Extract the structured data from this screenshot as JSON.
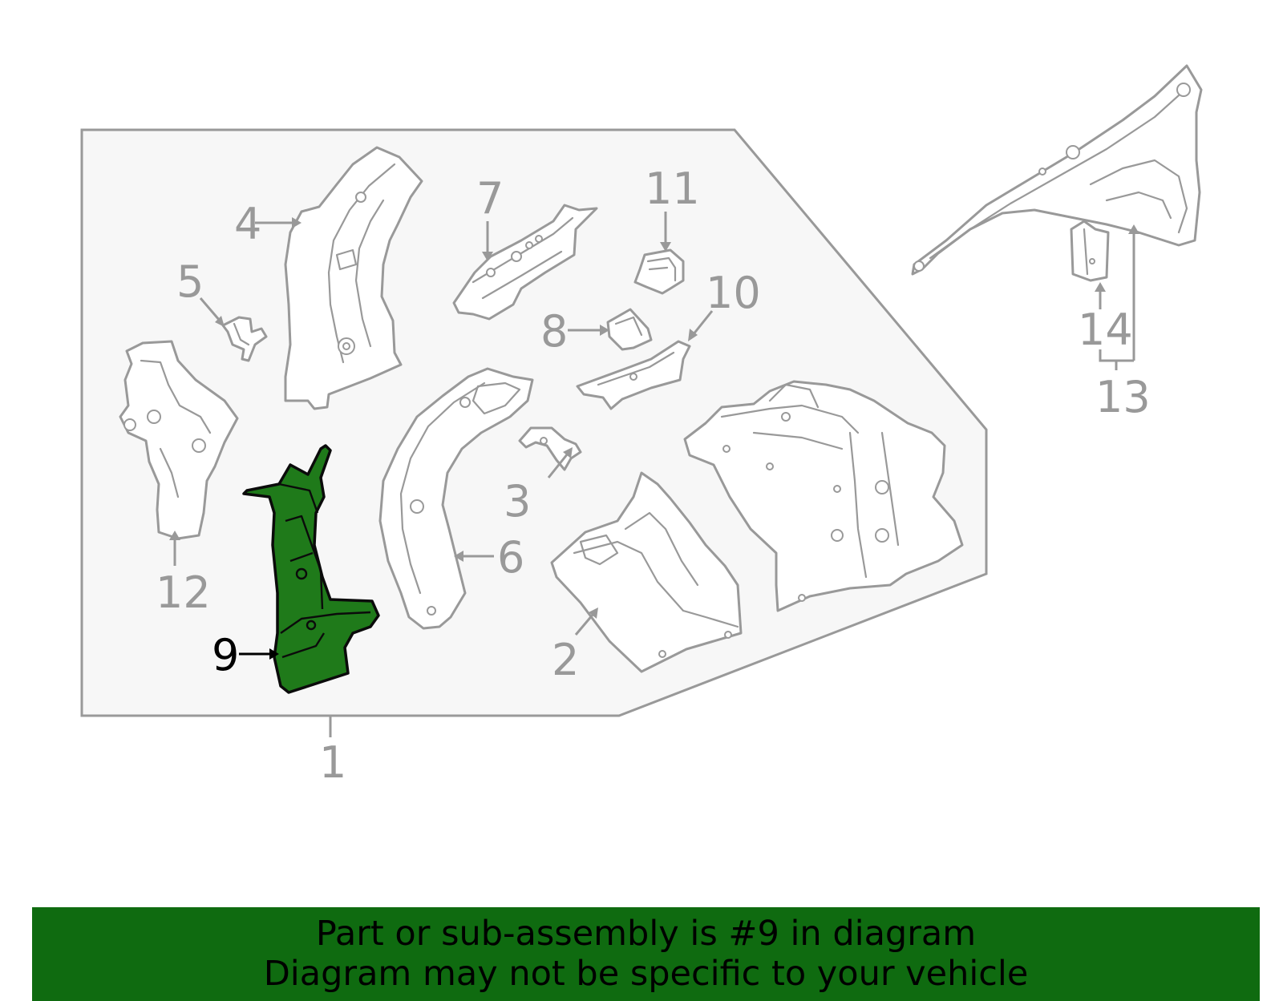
{
  "diagram": {
    "callouts": {
      "c1": "1",
      "c2": "2",
      "c3": "3",
      "c4": "4",
      "c5": "5",
      "c6": "6",
      "c7": "7",
      "c8": "8",
      "c9": "9",
      "c10": "10",
      "c11": "11",
      "c12": "12",
      "c13": "13",
      "c14": "14"
    },
    "highlighted_part": "9",
    "colors": {
      "highlight": "#1f7a1a",
      "outline": "#999999",
      "panel": "#f7f7f7",
      "banner": "#0f6b10"
    }
  },
  "banner": {
    "line1": "Part or sub-assembly is #9 in diagram",
    "line2": "Diagram may not be specific to your vehicle"
  }
}
